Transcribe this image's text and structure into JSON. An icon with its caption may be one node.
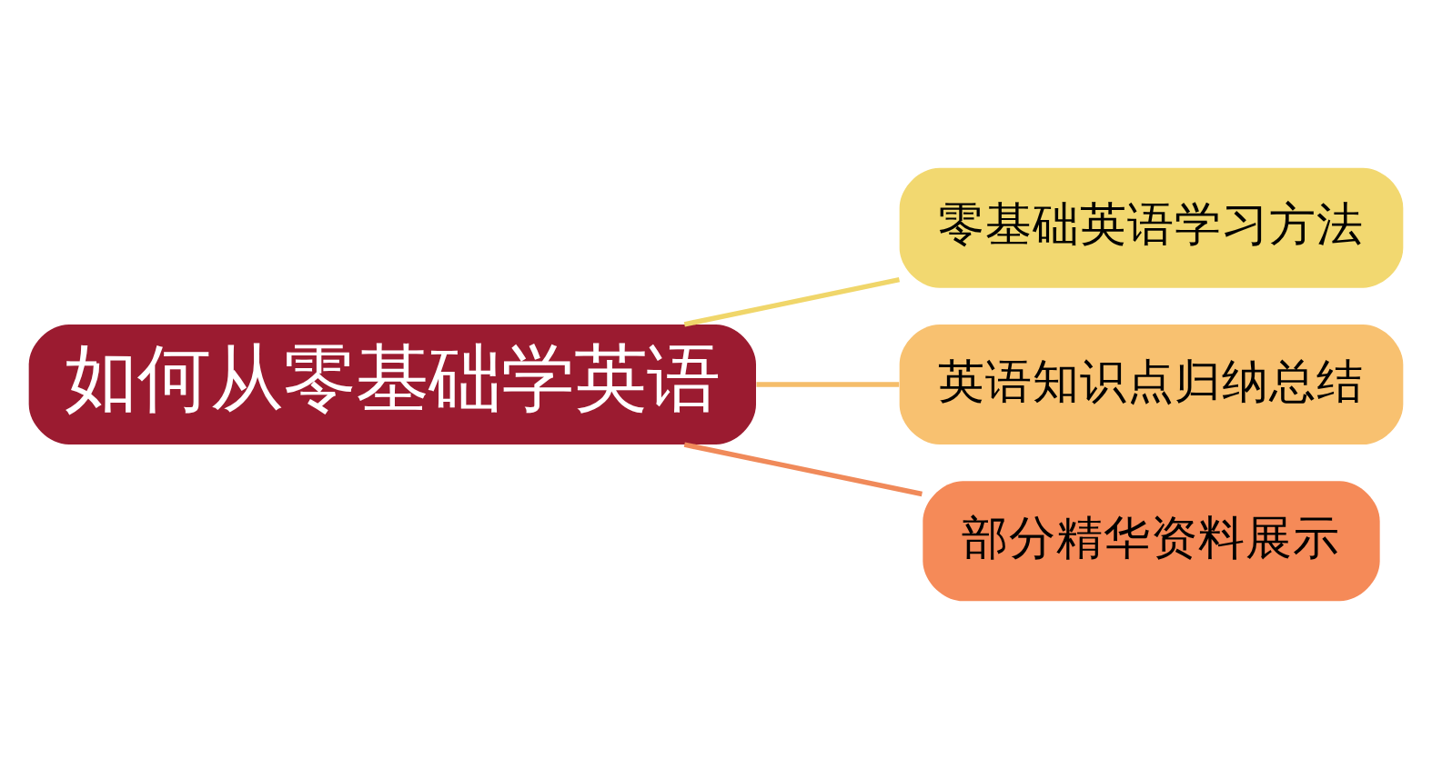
{
  "diagram": {
    "nodes": [
      {
        "text": [
          "如何从零基础学英语"
        ]
      },
      {
        "text": [
          "零基础英语学习方法"
        ]
      },
      {
        "text": [
          "英语知识点归纳总结"
        ]
      },
      {
        "text": [
          "部分精华资料展示"
        ]
      }
    ],
    "edges": [
      {
        "from": 0,
        "to": 1,
        "arrow": "none",
        "color": "#f0d66a"
      },
      {
        "from": 0,
        "to": 2,
        "arrow": "none",
        "color": "#f5bd6a"
      },
      {
        "from": 0,
        "to": 3,
        "arrow": "none",
        "color": "#f08a5a"
      }
    ]
  }
}
